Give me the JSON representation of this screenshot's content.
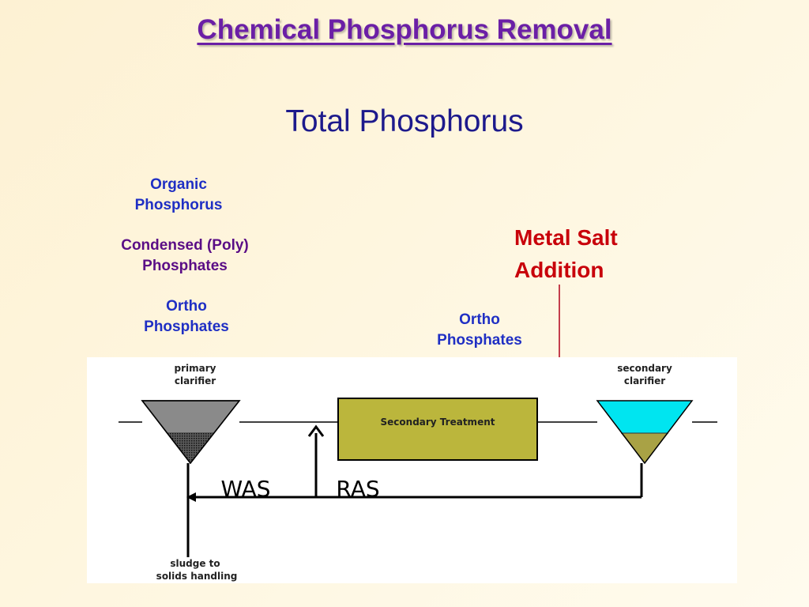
{
  "slide": {
    "title": "Chemical Phosphorus Removal",
    "subtitle": "Total Phosphorus"
  },
  "left_labels": {
    "organic": [
      "Organic",
      "Phosphorus"
    ],
    "condensed": [
      "Condensed (Poly)",
      "Phosphates"
    ],
    "ortho": [
      "Ortho",
      "Phosphates"
    ]
  },
  "right_labels": {
    "ortho": [
      "Ortho",
      "Phosphates"
    ],
    "metal_salt": [
      "Metal Salt",
      "Addition"
    ]
  },
  "diagram": {
    "primary_clarifier": [
      "primary",
      "clarifier"
    ],
    "secondary_clarifier": [
      "secondary",
      "clarifier"
    ],
    "secondary_treatment": "Secondary Treatment",
    "was": "WAS",
    "ras": "RAS",
    "sludge": [
      "sludge to",
      "solids handling"
    ]
  },
  "colors": {
    "title": "#6b1fa6",
    "subtitle": "#1d1a8c",
    "blue_label": "#1f2fc4",
    "purple_label": "#5a0d86",
    "red_label": "#c8000a",
    "treatment_box": "#bbb63c",
    "clarifier_water": "#00e5f0",
    "clarifier_sludge": "#a9a245",
    "primary_fill": "#8a8a8a"
  }
}
